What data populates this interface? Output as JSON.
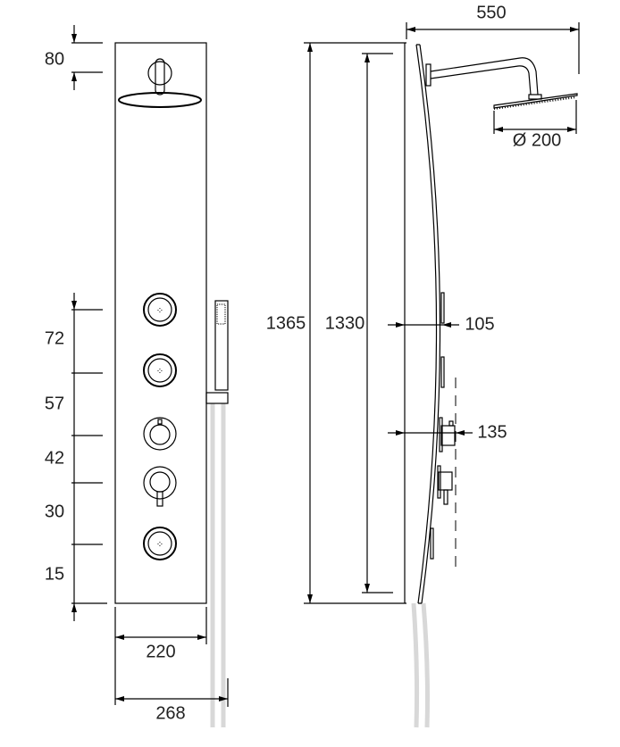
{
  "front_view": {
    "top_offset": "80",
    "spacings": [
      "72",
      "57",
      "42",
      "30",
      "15"
    ],
    "panel_width": "220",
    "overall_width": "268"
  },
  "side_view": {
    "overall_height": "1365",
    "panel_height": "1330",
    "arm_projection": "550",
    "head_diameter": "Ø 200",
    "panel_depth": "105",
    "max_depth": "135"
  },
  "colors": {
    "line": "#000000",
    "hose": "#d8d8d8",
    "text": "#222222"
  }
}
